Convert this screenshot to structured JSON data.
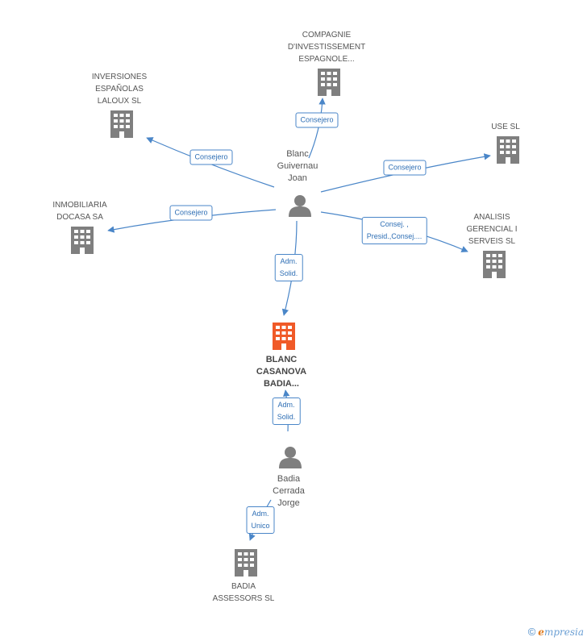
{
  "colors": {
    "node": "#7f7f7f",
    "focus": "#f05a28",
    "edge": "#4a86c8",
    "edge_label_text": "#2f6fb5"
  },
  "nodes": [
    {
      "id": "compagnie",
      "type": "company",
      "label": "COMPAGNIE\nD'INVESTISSEMENT\nESPAGNOLE...",
      "icon": "building-icon"
    },
    {
      "id": "inversiones",
      "type": "company",
      "label": "INVERSIONES\nESPAÑOLAS\nLALOUX SL",
      "icon": "building-icon"
    },
    {
      "id": "use",
      "type": "company",
      "label": "USE  SL",
      "icon": "building-icon"
    },
    {
      "id": "inmobiliaria",
      "type": "company",
      "label": "INMOBILIARIA\nDOCASA SA",
      "icon": "building-icon"
    },
    {
      "id": "analisis",
      "type": "company",
      "label": "ANALISIS\nGERENCIAL I\nSERVEIS SL",
      "icon": "building-icon"
    },
    {
      "id": "blanc_joan",
      "type": "person",
      "label": "Blanc\nGuivernau\nJoan",
      "icon": "person-icon"
    },
    {
      "id": "blanc_casanova",
      "type": "focus",
      "label": "BLANC\nCASANOVA\nBADIA...",
      "icon": "building-icon"
    },
    {
      "id": "badia_jorge",
      "type": "person",
      "label": "Badia\nCerrada\nJorge",
      "icon": "person-icon"
    },
    {
      "id": "badia_assessors",
      "type": "company",
      "label": "BADIA\nASSESSORS SL",
      "icon": "building-icon"
    }
  ],
  "edges": [
    {
      "from": "blanc_joan",
      "to": "compagnie",
      "label": "Consejero"
    },
    {
      "from": "blanc_joan",
      "to": "inversiones",
      "label": "Consejero"
    },
    {
      "from": "blanc_joan",
      "to": "use",
      "label": "Consejero"
    },
    {
      "from": "blanc_joan",
      "to": "inmobiliaria",
      "label": "Consejero"
    },
    {
      "from": "blanc_joan",
      "to": "analisis",
      "label": "Consej. ,\nPresid.,Consej...."
    },
    {
      "from": "blanc_joan",
      "to": "blanc_casanova",
      "label": "Adm.\nSolid."
    },
    {
      "from": "badia_jorge",
      "to": "blanc_casanova",
      "label": "Adm.\nSolid."
    },
    {
      "from": "badia_jorge",
      "to": "badia_assessors",
      "label": "Adm.\nUnico"
    }
  ],
  "footer": {
    "copyright": "©",
    "brand_first": "e",
    "brand_rest": "mpresia"
  }
}
